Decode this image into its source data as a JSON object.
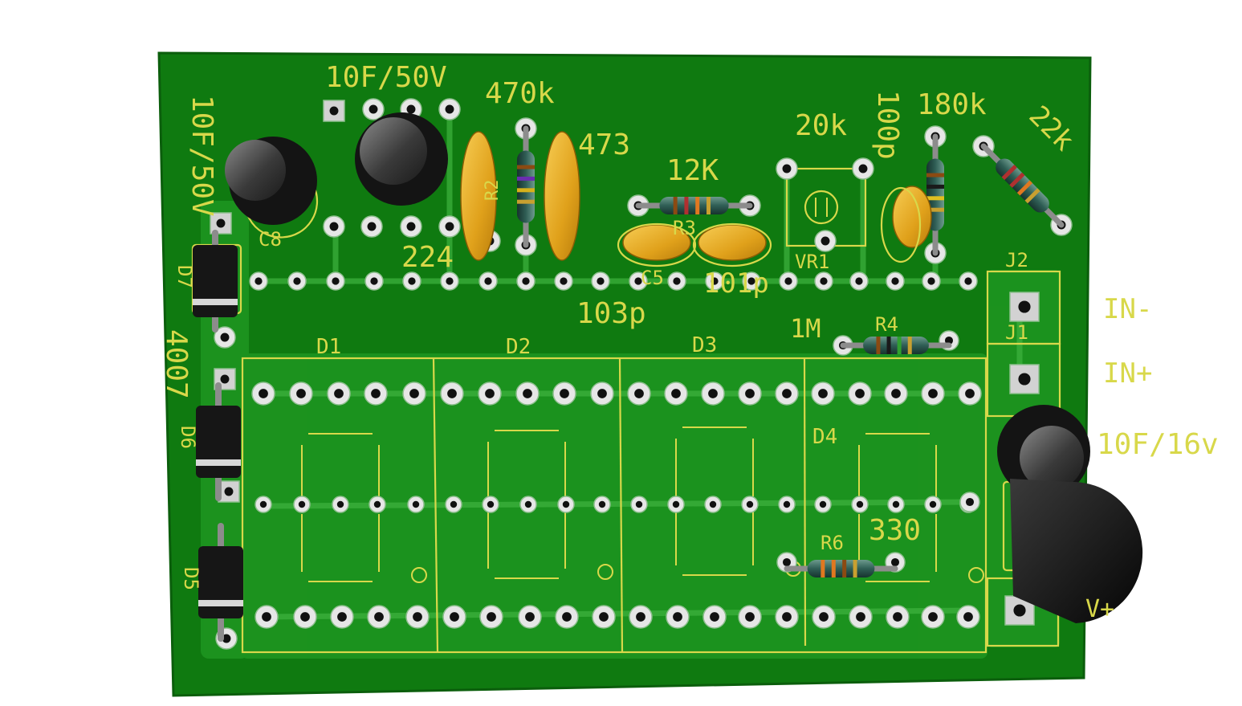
{
  "colors": {
    "background": "#ffffff",
    "board": "#0f7a10",
    "board_edge": "#0b5e0c",
    "copper": "#27a62a",
    "silkscreen": "#d8d84a",
    "pad": "#e6e6e6",
    "ceramic_cap": "#e3a51c",
    "component_black": "#141414"
  },
  "values": {
    "c8_top": "10F/50V",
    "c8_left": "10F/50V",
    "r2": "470k",
    "cap_473": "473",
    "cap_224": "224",
    "r3": "12K",
    "vr1": "20k",
    "cap_100p": "100p",
    "r180k": "180k",
    "r22k": "22k",
    "cap_103p": "103p",
    "cap_101p": "101p",
    "r4_value": "1M",
    "r6_value": "330",
    "diode_4007": "4007",
    "cap_16v": "10F/16v"
  },
  "refs": {
    "c8": "C8",
    "r2": "R2",
    "r3": "R3",
    "c5": "C5",
    "vr1": "VR1",
    "j2": "J2",
    "j1": "J1",
    "r4": "R4",
    "r6": "R6",
    "d1": "D1",
    "d2": "D2",
    "d3": "D3",
    "d4": "D4",
    "d5": "D5",
    "d6": "D6",
    "d7": "D7"
  },
  "pin_labels": {
    "in_minus": "IN-",
    "in_plus": "IN+",
    "v_plus": "V+"
  }
}
